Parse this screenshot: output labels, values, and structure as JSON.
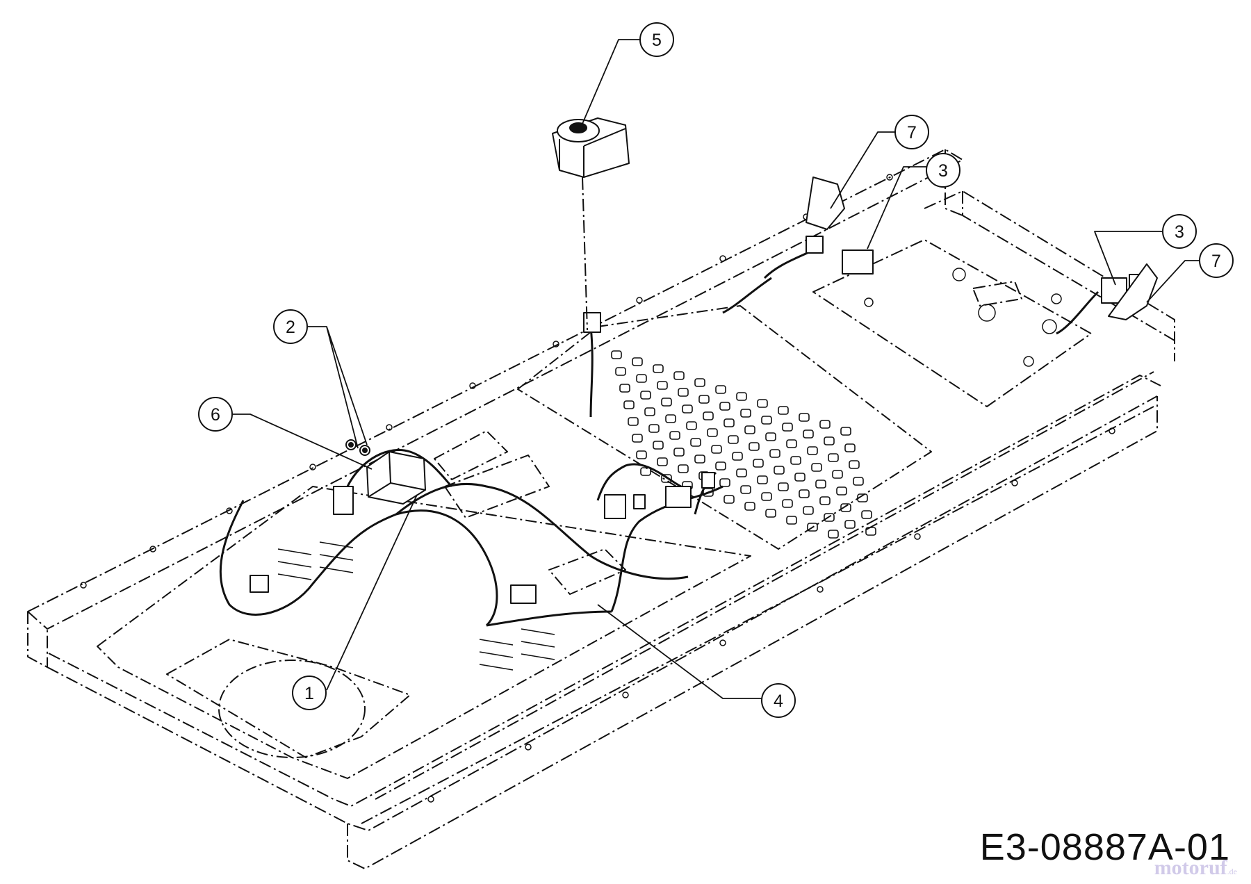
{
  "diagram": {
    "drawing_number": "E3-08887A-01",
    "watermark": {
      "brand": "motoruf",
      "tld": ".de"
    },
    "callouts": [
      {
        "id": "c1",
        "label": "1"
      },
      {
        "id": "c2",
        "label": "2"
      },
      {
        "id": "c3a",
        "label": "3"
      },
      {
        "id": "c3b",
        "label": "3"
      },
      {
        "id": "c4",
        "label": "4"
      },
      {
        "id": "c5",
        "label": "5"
      },
      {
        "id": "c6",
        "label": "6"
      },
      {
        "id": "c7a",
        "label": "7"
      },
      {
        "id": "c7b",
        "label": "7"
      }
    ]
  },
  "colors": {
    "line": "#111111",
    "background": "#ffffff",
    "watermark": "#c9c1e6"
  }
}
